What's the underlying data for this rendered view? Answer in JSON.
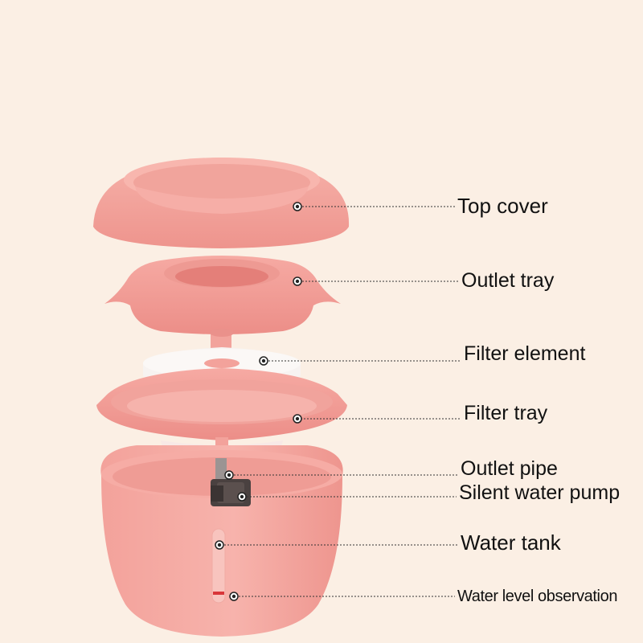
{
  "labels": {
    "top_cover": "Top cover",
    "outlet_tray": "Outlet tray",
    "filter_element": "Filter element",
    "filter_tray": "Filter tray",
    "outlet_pipe": "Outlet pipe",
    "silent_water_pump": "Silent water pump",
    "water_tank": "Water tank",
    "water_level_observation": "Water level observation"
  },
  "colors": {
    "background": "#fbefe4",
    "body_pink": "#f3a09a",
    "body_pink_dark": "#e88a84",
    "filter_white": "#f7f3f1",
    "pump_dark": "#4a4140",
    "leader_line": "#333333",
    "water_level_mark": "#d9363a"
  }
}
